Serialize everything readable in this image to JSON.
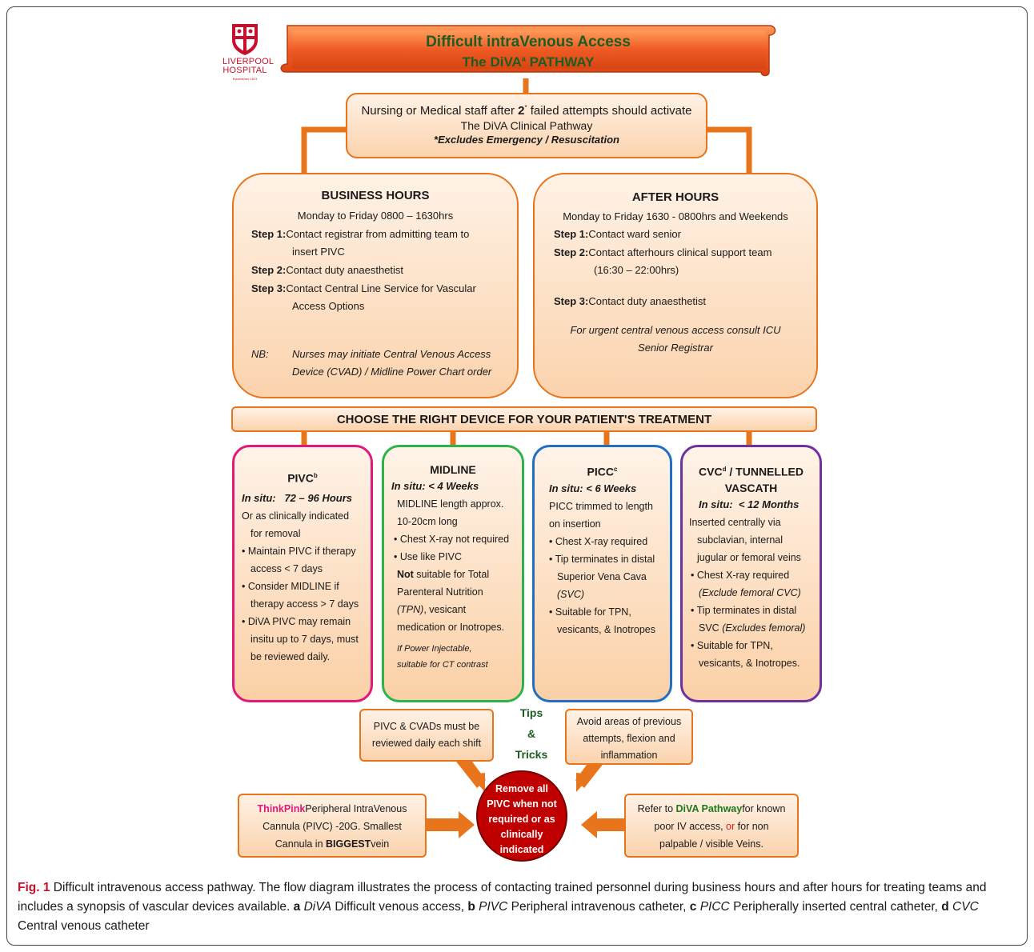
{
  "logo": {
    "line1": "LIVERPOOL",
    "line2": "HOSPITAL",
    "line3": "Established 1813"
  },
  "banner": {
    "title": "Difficult intraVenous Access",
    "subtitle_pre": "The DiVA",
    "subtitle_sup": "a",
    "subtitle_post": " PATHWAY"
  },
  "activate": {
    "line1_pre": "Nursing or Medical staff after ",
    "line1_num": "2",
    "line1_sup": "*",
    "line1_post": " failed attempts should activate",
    "line2": "The DiVA Clinical Pathway",
    "line3": "*Excludes Emergency / Resuscitation"
  },
  "business": {
    "title": "BUSINESS HOURS",
    "hours": "Monday to Friday 0800 – 1630hrs",
    "steps": [
      {
        "label": "Step 1:",
        "text": "Contact registrar from admitting team to",
        "text2": "insert PIVC"
      },
      {
        "label": "Step 2:",
        "text": "Contact duty anaesthetist",
        "text2": ""
      },
      {
        "label": "Step 3:",
        "text": "Contact Central Line Service for Vascular",
        "text2": "Access Options"
      }
    ],
    "nb_label": "NB:",
    "nb_line1": "Nurses may initiate Central Venous Access",
    "nb_line2": "Device (CVAD) / Midline Power Chart order"
  },
  "after": {
    "title": "AFTER HOURS",
    "hours": "Monday to Friday 1630 - 0800hrs and Weekends",
    "steps": [
      {
        "label": "Step 1:",
        "text": "Contact ward senior",
        "text2": ""
      },
      {
        "label": "Step 2:",
        "text": "Contact afterhours clinical support team",
        "text2": "(16:30 – 22:00hrs)"
      },
      {
        "label": "Step 3:",
        "text": "Contact duty anaesthetist",
        "text2": ""
      }
    ],
    "urgent_line1": "For urgent central venous access consult ICU",
    "urgent_line2": "Senior Registrar"
  },
  "choose": "CHOOSE THE RIGHT DEVICE FOR YOUR PATIENT'S TREATMENT",
  "devices": [
    {
      "name": "PIVC",
      "sup": "b",
      "name2": "",
      "insitu_label": "In situ:",
      "insitu_value": "72 – 96 Hours",
      "border_color": "#e0197a",
      "lines": [
        {
          "t": "Or as clinically indicated",
          "b": false
        },
        {
          "t": "for removal",
          "b": false,
          "indent": true
        },
        {
          "t": "Maintain PIVC if therapy",
          "b": true
        },
        {
          "t": "access < 7 days",
          "b": false,
          "indent": true
        },
        {
          "t": "Consider MIDLINE if",
          "b": true
        },
        {
          "t": "therapy access > 7 days",
          "b": false,
          "indent": true
        },
        {
          "t": "DiVA PIVC may remain",
          "b": true
        },
        {
          "t": "insitu up to 7 days, must",
          "b": false,
          "indent": true
        },
        {
          "t": "be reviewed daily.",
          "b": false,
          "indent": true
        }
      ]
    },
    {
      "name": "MIDLINE",
      "sup": "",
      "name2": "",
      "insitu_label": "In situ:",
      "insitu_value": "< 4 Weeks",
      "border_color": "#2db34a",
      "lines": [
        {
          "t": "MIDLINE length approx.",
          "b": false
        },
        {
          "t": "10-20cm long",
          "b": false
        },
        {
          "t": "Chest X-ray not required",
          "b": true
        },
        {
          "t": "Use like PIVC",
          "b": true
        },
        {
          "t": "Not",
          "bold": true,
          "rest": " suitable for Total",
          "b": false
        },
        {
          "t": "Parenteral Nutrition",
          "b": false
        },
        {
          "t": "(TPN)",
          "italic": true,
          "rest": ", vesicant",
          "b": false
        },
        {
          "t": "medication or Inotropes.",
          "b": false
        }
      ],
      "note_line1": "If Power Injectable,",
      "note_line2": "suitable for CT contrast"
    },
    {
      "name": "PICC",
      "sup": "c",
      "name2": "",
      "insitu_label": "In situ:",
      "insitu_value": "< 6 Weeks",
      "border_color": "#1f6fc5",
      "lines": [
        {
          "t": "PICC trimmed to length",
          "b": false
        },
        {
          "t": "on insertion",
          "b": false
        },
        {
          "t": "Chest X-ray  required",
          "b": true
        },
        {
          "t": "Tip terminates in distal",
          "b": true
        },
        {
          "t": "Superior Vena Cava",
          "b": false,
          "indent": true
        },
        {
          "t": "(SVC)",
          "italic": true,
          "b": false,
          "indent": true
        },
        {
          "t": "Suitable for TPN,",
          "b": true
        },
        {
          "t": "vesicants, & Inotropes",
          "b": false,
          "indent": true
        }
      ]
    },
    {
      "name": "CVC",
      "sup": "d",
      "name_post": " / TUNNELLED",
      "name2": "VASCATH",
      "insitu_label": "In situ:",
      "insitu_value": "< 12 Months",
      "border_color": "#7030a0",
      "lines": [
        {
          "t": "Inserted centrally via",
          "b": false
        },
        {
          "t": "subclavian, internal",
          "b": false,
          "indent": true
        },
        {
          "t": "jugular or femoral veins",
          "b": false,
          "indent": true
        },
        {
          "t": "Chest X-ray  required",
          "b": true
        },
        {
          "t": "(Exclude femoral CVC)",
          "italic": true,
          "b": false,
          "indent": true
        },
        {
          "t": "Tip terminates in distal",
          "b": true
        },
        {
          "t": "SVC ",
          "italic2": "(Excludes femoral)",
          "b": false,
          "indent": true
        },
        {
          "t": "Suitable for TPN,",
          "b": true
        },
        {
          "t": "vesicants, & Inotropes.",
          "b": false,
          "indent": true
        }
      ]
    }
  ],
  "tips": {
    "line1": "Tips",
    "line2": "&",
    "line3": "Tricks"
  },
  "tip_left": {
    "line1": "PIVC & CVADs must be",
    "line2": "reviewed  daily each shift"
  },
  "tip_right": {
    "line1": "Avoid areas of previous",
    "line2": "attempts, flexion and",
    "line3": "inflammation"
  },
  "circle": {
    "line1": "Remove all",
    "line2": "PIVC when not",
    "line3": "required or as",
    "line4": "clinically",
    "line5": "indicated"
  },
  "think": {
    "brand": "ThinkPink",
    "line1_rest": "Peripheral IntraVenous",
    "line2": "Cannula (PIVC) -20G. Smallest",
    "line3_pre": "Cannula in ",
    "line3_bold": "BIGGEST",
    "line3_post": "vein"
  },
  "refer": {
    "pre": "Refer to ",
    "brand": "DiVA Pathway",
    "post": "for known",
    "line2_pre": "poor IV access, ",
    "line2_or": "or",
    "line2_post": " for non",
    "line3": "palpable  /  visible Veins."
  },
  "caption": {
    "fig": "Fig. 1",
    "text": " Difficult intravenous access pathway. The flow diagram illustrates the process of contacting trained personnel during business hours and after hours for treating teams and includes a synopsis of vascular devices available. ",
    "a": "a",
    "a_term": "DiVA",
    "a_def": " Difficult venous access, ",
    "b": "b",
    "b_term": "PIVC",
    "b_def": " Peripheral intravenous catheter, ",
    "c": "c",
    "c_term": "PICC",
    "c_def": " Peripherally inserted central catheter, ",
    "d": "d",
    "d_term": "CVC",
    "d_def": " Central venous catheter"
  },
  "colors": {
    "orange": "#e8741c",
    "banner": "#ef5a24",
    "green": "#1b5e20",
    "red": "#c00000",
    "pink": "#e0197a"
  }
}
